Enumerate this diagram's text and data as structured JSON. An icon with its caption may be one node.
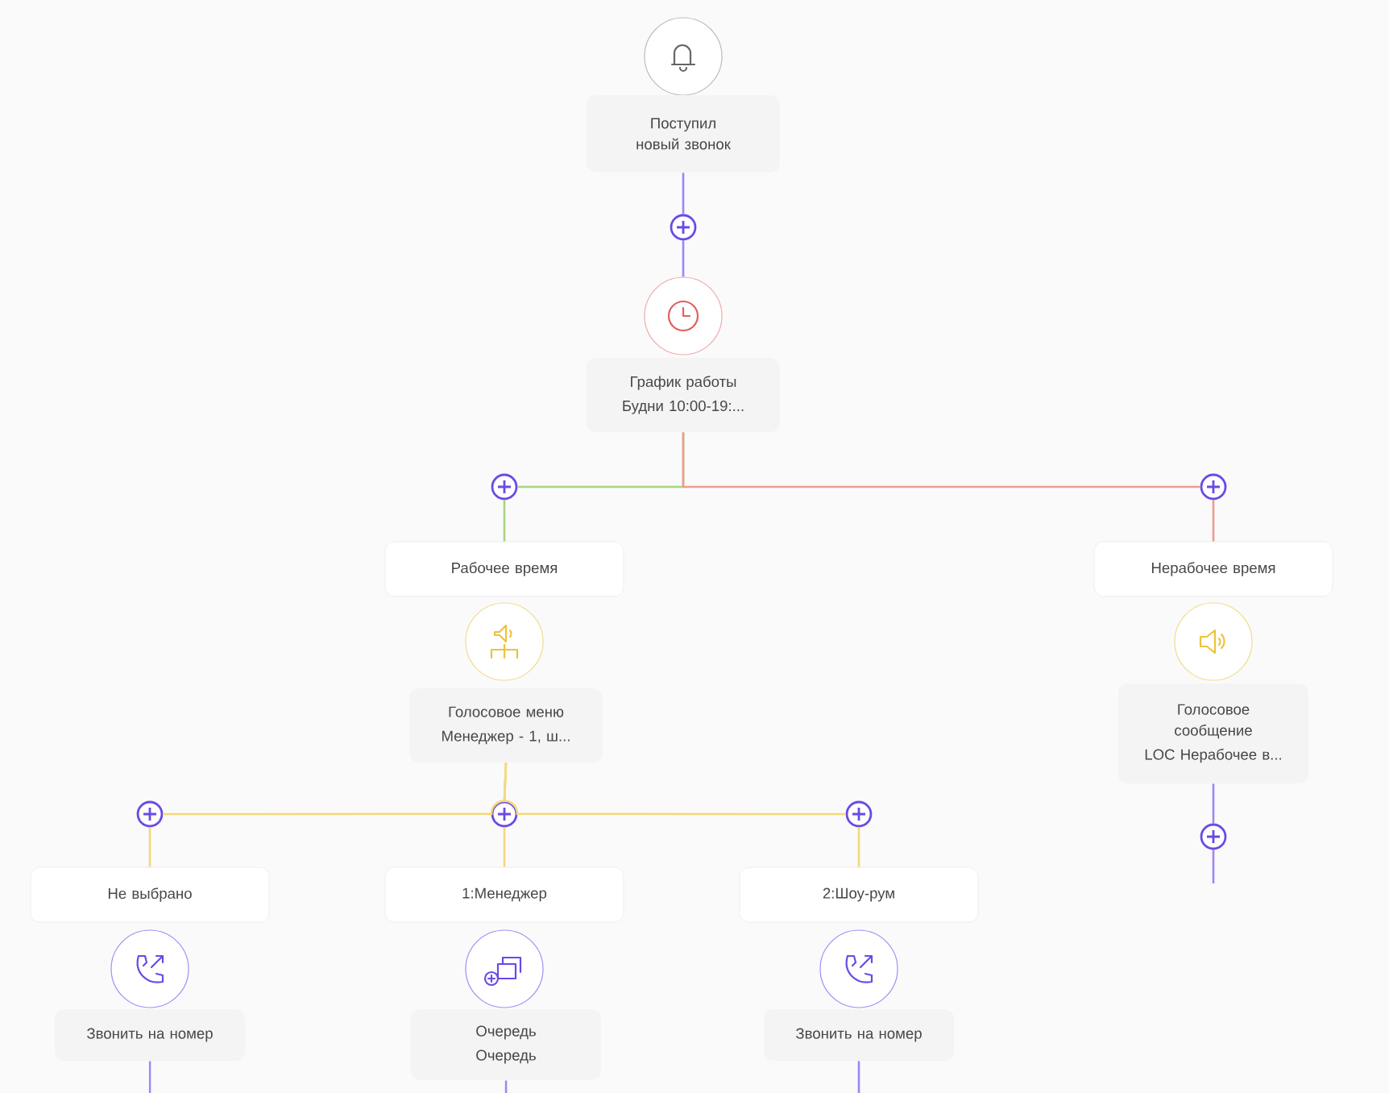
{
  "diagram": {
    "nodes": [
      {
        "text": [],
        "shape": "circle"
      },
      {
        "text": [
          "Поступил новый звонок"
        ]
      },
      {
        "text": [],
        "shape": "circle"
      },
      {
        "text": [],
        "shape": "circle"
      },
      {
        "text": [
          "График работы",
          "Будни 10:00-19:..."
        ]
      },
      {
        "text": [],
        "shape": "circle"
      },
      {
        "text": [],
        "shape": "circle"
      },
      {
        "text": [
          "Рабочее время"
        ]
      },
      {
        "text": [],
        "shape": "circle"
      },
      {
        "text": [
          "Голосовое меню",
          "Менеджер - 1, ш..."
        ]
      },
      {
        "text": [
          "Нерабочее время"
        ]
      },
      {
        "text": [],
        "shape": "circle"
      },
      {
        "text": [
          "Голосовое сообщение",
          "LOC Нерабочее в..."
        ]
      },
      {
        "text": [],
        "shape": "circle"
      },
      {
        "text": [],
        "shape": "circle"
      },
      {
        "text": [],
        "shape": "circle"
      },
      {
        "text": [],
        "shape": "circle"
      },
      {
        "text": [
          "Не выбрано"
        ]
      },
      {
        "text": [],
        "shape": "circle"
      },
      {
        "text": [
          "Звонить на номер"
        ]
      },
      {
        "text": [
          "1:Менеджер"
        ]
      },
      {
        "text": [],
        "shape": "circle"
      },
      {
        "text": [
          "Очередь",
          "Очередь"
        ]
      },
      {
        "text": [
          "2:Шоу-рум"
        ]
      },
      {
        "text": [],
        "shape": "circle"
      },
      {
        "text": [
          "Звонить на номер"
        ]
      }
    ],
    "edges": [
      {
        "from": 1,
        "to": 2,
        "arrow": "none"
      },
      {
        "from": 2,
        "to": 3,
        "arrow": "none"
      },
      {
        "from": 4,
        "to": 5,
        "arrow": "none",
        "color": "#a8d57f"
      },
      {
        "from": 4,
        "to": 6,
        "arrow": "none",
        "color": "#ee9c8c"
      },
      {
        "from": 5,
        "to": 7,
        "arrow": "none",
        "color": "#a8d57f"
      },
      {
        "from": 6,
        "to": 10,
        "arrow": "none",
        "color": "#ee9c8c"
      },
      {
        "from": 9,
        "to": 14,
        "arrow": "none",
        "color": "#f3d97c"
      },
      {
        "from": 9,
        "to": 15,
        "arrow": "none",
        "color": "#f3d97c"
      },
      {
        "from": 9,
        "to": 16,
        "arrow": "none",
        "color": "#f3d97c"
      },
      {
        "from": 14,
        "to": 17,
        "arrow": "none",
        "color": "#f3d97c"
      },
      {
        "from": 15,
        "to": 20,
        "arrow": "none",
        "color": "#f3d97c"
      },
      {
        "from": 16,
        "to": 23,
        "arrow": "none",
        "color": "#f3d97c"
      },
      {
        "from": 12,
        "to": 13,
        "arrow": "none"
      },
      {
        "from": 13,
        "to": null,
        "arrow": "none"
      },
      {
        "from": 19,
        "to": null,
        "arrow": "none"
      },
      {
        "from": 22,
        "to": null,
        "arrow": "none"
      },
      {
        "from": 25,
        "to": null,
        "arrow": "none"
      }
    ]
  }
}
